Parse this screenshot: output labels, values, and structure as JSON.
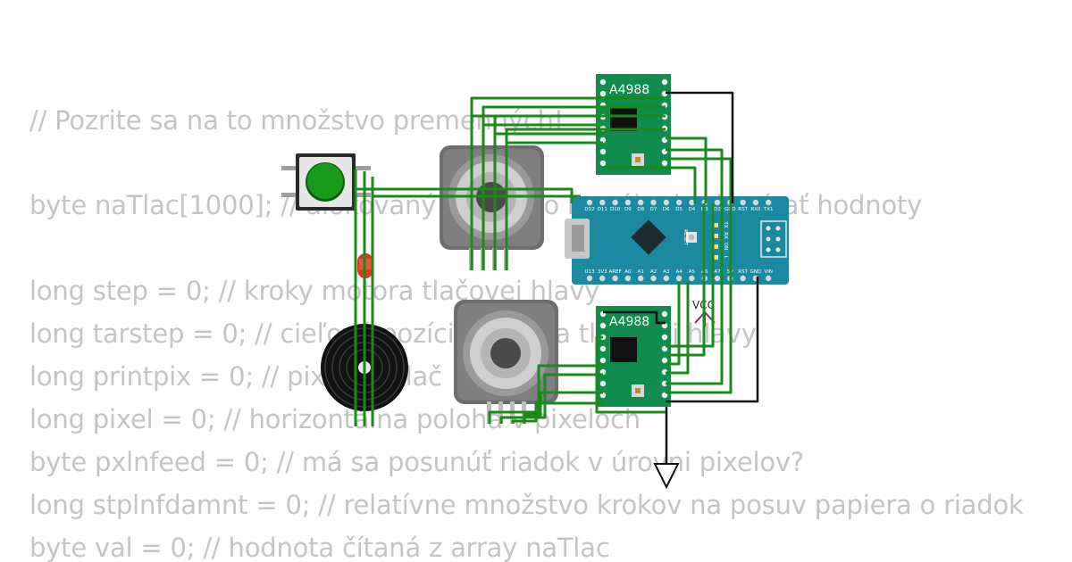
{
  "code_lines": [
    "// Pozrite sa na to množstvo premenných!",
    "byte naTlac[1000];  // alokovaný array, do ktorého budú písať hodnoty",
    "long step = 0;  // kroky motora tlačovej hlavy",
    "long tarstep = 0;  // cieľová pozícia motora tlačovej hlavy",
    "long printpix = 0; // pixel na tlač",
    "long pixel = 0;  // horizontálna poloha v pixeloch",
    "byte pxlnfeed = 0;  // má sa posunúť riadok v úrovni pixelov?",
    "long stplnfdamnt = 0;  // relatívne množstvo krokov na posuv papiera o riadok",
    "byte val = 0;  // hodnota čítaná z array naTlac"
  ],
  "components": {
    "driver_top_label": "A4988",
    "driver_bottom_label": "A4988",
    "vcc_label": "VCC",
    "nano_top_pins": [
      "D12",
      "D11",
      "D10",
      "D9",
      "D8",
      "D7",
      "D6",
      "D5",
      "D4",
      "D3",
      "D2",
      "GND",
      "RST",
      "RX0",
      "TX1"
    ],
    "nano_bottom_pins": [
      "D13",
      "3V3",
      "AREF",
      "A0",
      "A1",
      "A2",
      "A3",
      "A4",
      "A5",
      "A6",
      "A7",
      "5V",
      "RST",
      "GND",
      "VIN"
    ],
    "nano_side_labels": [
      "RESET",
      "TX",
      "RX",
      "ON",
      "L"
    ]
  },
  "colors": {
    "wire": "#1b8a1b",
    "wire_dark": "#111111",
    "board": "#118c4f",
    "nano_board": "#1b8aa0",
    "code_text": "#c4c4c4"
  }
}
